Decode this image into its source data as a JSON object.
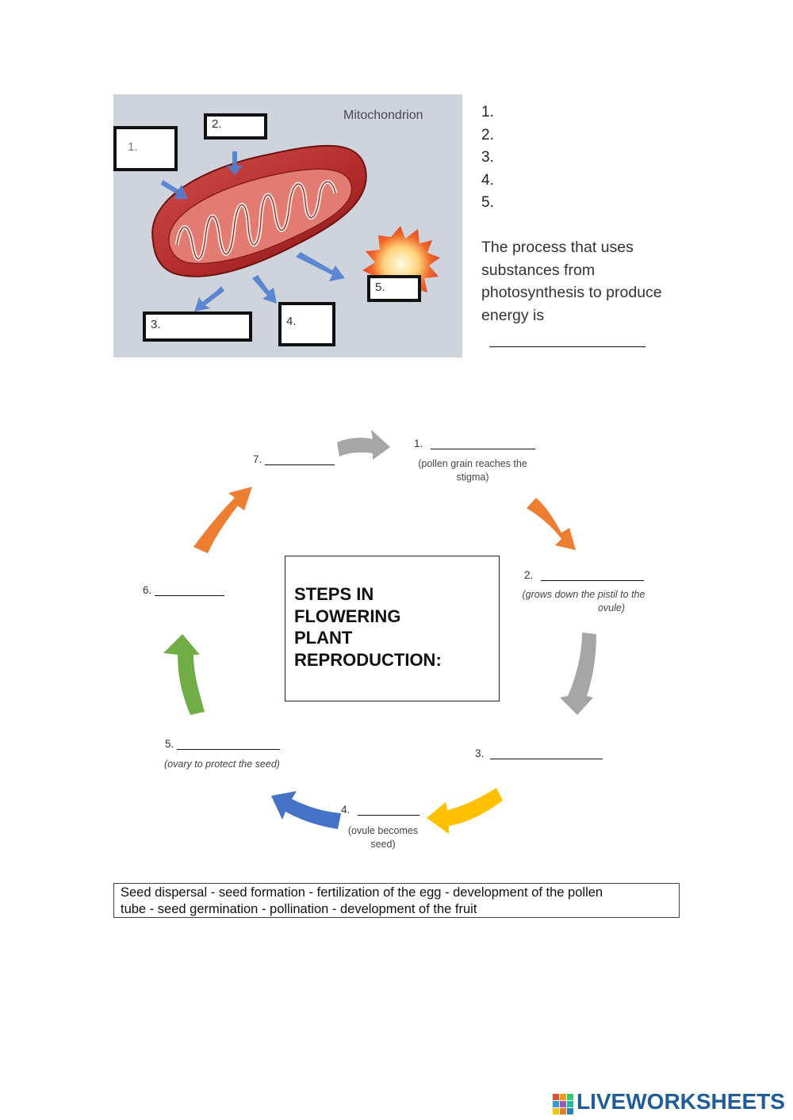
{
  "mitochondrion": {
    "title": "Mitochondrion",
    "labels": [
      "1.",
      "2.",
      "3.",
      "4.",
      "5."
    ]
  },
  "answers": {
    "items": [
      "1.",
      "2.",
      "3.",
      "4.",
      "5."
    ],
    "process_text": "The process that uses substances from photosynthesis to produce energy is"
  },
  "cycle": {
    "title": "STEPS IN FLOWERING PLANT REPRODUCTION:",
    "title_lines": [
      "STEPS IN",
      "FLOWERING",
      "PLANT",
      "REPRODUCTION:"
    ],
    "steps": [
      {
        "num": "1.",
        "hint": "(pollen grain reaches the stigma)",
        "hint_lines": [
          "(pollen grain reaches the",
          "stigma)"
        ]
      },
      {
        "num": "2.",
        "hint": "(grows down the pistil to the ovule)",
        "hint_lines": [
          "(grows down the pistil to the",
          "ovule)"
        ]
      },
      {
        "num": "3.",
        "hint": ""
      },
      {
        "num": "4.",
        "hint": "(ovule becomes seed)",
        "hint_lines": [
          "(ovule becomes",
          "seed)"
        ]
      },
      {
        "num": "5.",
        "hint": "(ovary to protect the seed)"
      },
      {
        "num": "6.",
        "hint": ""
      },
      {
        "num": "7.",
        "hint": ""
      }
    ],
    "arrow_colors": {
      "grey": "#a6a6a6",
      "orange": "#ed7d31",
      "yellow": "#ffc000",
      "blue": "#4472c4",
      "green": "#70ad47"
    }
  },
  "word_bank": {
    "line1": "Seed dispersal - seed formation - fertilization of the egg - development of the pollen",
    "line2": "tube - seed germination - pollination - development of the fruit"
  },
  "footer": {
    "brand": "LIVEWORKSHEETS",
    "brand_color": "#1f5c99"
  }
}
